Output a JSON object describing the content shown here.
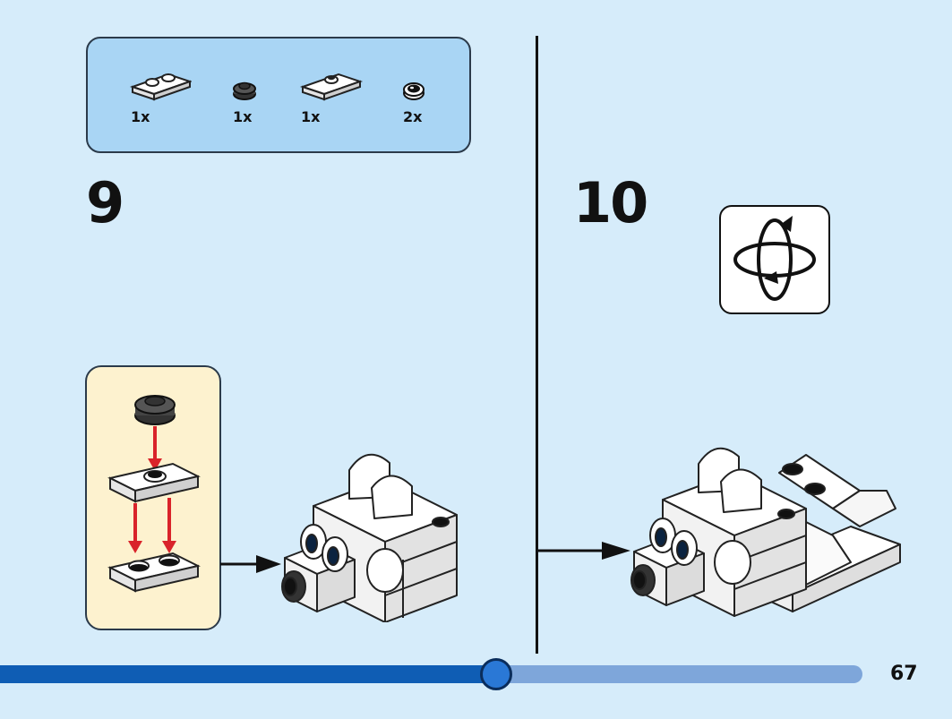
{
  "parts_list": {
    "items": [
      {
        "icon": "plate-1x2-white-icon",
        "qty": "1x"
      },
      {
        "icon": "round-plate-1x1-black-icon",
        "qty": "1x"
      },
      {
        "icon": "jumper-plate-1x2-white-icon",
        "qty": "1x"
      },
      {
        "icon": "round-tile-eye-icon",
        "qty": "2x"
      }
    ]
  },
  "steps": [
    {
      "number": "9"
    },
    {
      "number": "10"
    }
  ],
  "rotate_icon": "rotate-model-icon",
  "progress": {
    "fraction": 0.575
  },
  "page_number": "67",
  "colors": {
    "background": "#d6ecfa",
    "parts_box": "#a9d5f4",
    "sub_box": "#fdf2cf",
    "progress_dark": "#0f5db4",
    "progress_light": "#7ea6da",
    "arrow_red": "#d9232a"
  }
}
